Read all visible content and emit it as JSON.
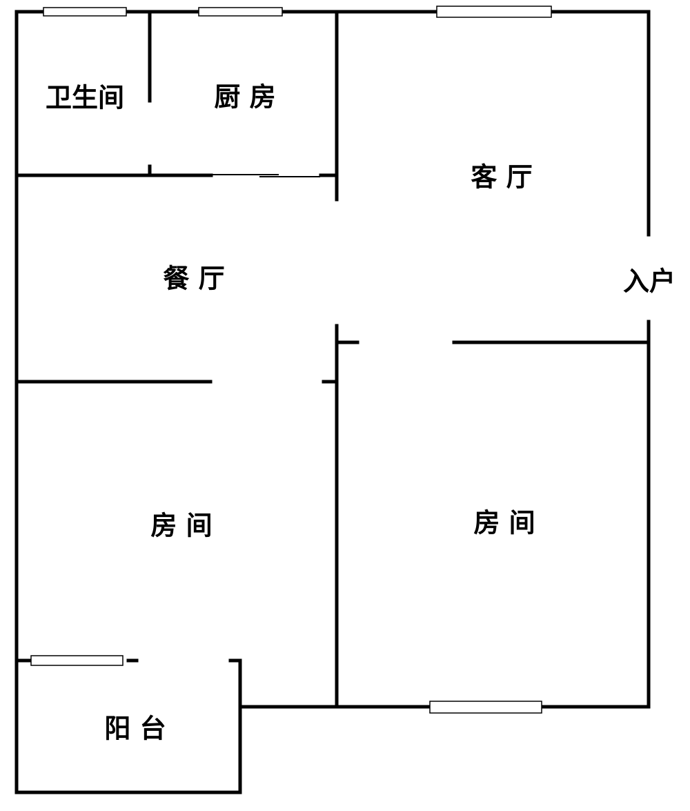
{
  "rooms": {
    "bathroom": "卫生间",
    "kitchen": "厨 房",
    "living_room": "客 厅",
    "dining_room": "餐 厅",
    "entrance": "入户",
    "bedroom_left": "房 间",
    "bedroom_right": "房 间",
    "balcony": "阳 台"
  }
}
